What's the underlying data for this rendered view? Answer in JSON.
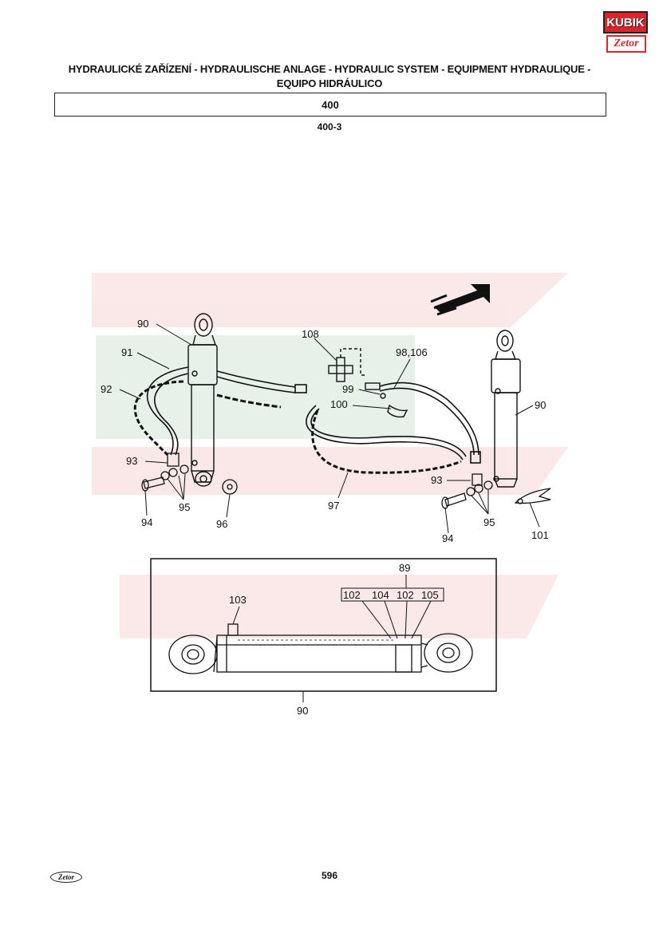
{
  "header": {
    "logo_text": "KUBIK",
    "brand_text": "Zetor",
    "title": "HYDRAULICKÉ ZAŘÍZENÍ - HYDRAULISCHE ANLAGE - HYDRAULIC SYSTEM - EQUIPMENT HYDRAULIQUE - EQUIPO HIDRÁULICO",
    "section": "400",
    "subsection": "400-3"
  },
  "diagram": {
    "labels": {
      "l90a": "90",
      "l91": "91",
      "l92": "92",
      "l93a": "93",
      "l94a": "94",
      "l95a": "95",
      "l96": "96",
      "l108": "108",
      "l98": "98,106",
      "l99": "99",
      "l100": "100",
      "l97": "97",
      "l90b": "90",
      "l93b": "93",
      "l94b": "94",
      "l95b": "95",
      "l101": "101",
      "l89": "89",
      "l102a": "102",
      "l104": "104",
      "l102b": "102",
      "l105": "105",
      "l103": "103",
      "l90c": "90"
    }
  },
  "footer": {
    "brand_text": "Zetor",
    "page_number": "596"
  }
}
